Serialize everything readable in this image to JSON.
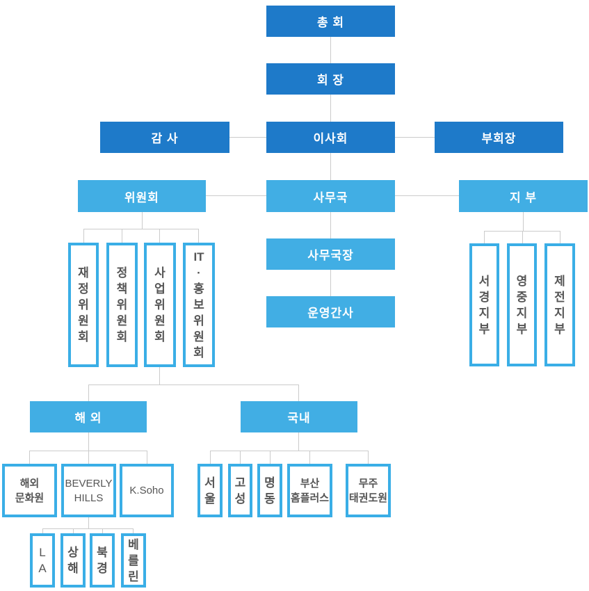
{
  "colors": {
    "dark_blue": "#1E7AC9",
    "light_blue": "#41AEE4",
    "border_blue": "#3AAEE6",
    "line_gray": "#CBCBCB",
    "gray_text": "#555555"
  },
  "org": {
    "general_assembly": "총 회",
    "president": "회 장",
    "auditor": "감 사",
    "board": "이사회",
    "vice_president": "부회장",
    "committee": "위원회",
    "secretariat": "사무국",
    "branch": "지 부",
    "secretary_general": "사무국장",
    "operations_manager": "운영간사",
    "committees": [
      {
        "name": "재정위원회",
        "lines": [
          "재",
          "정",
          "위",
          "원",
          "회"
        ]
      },
      {
        "name": "정책위원회",
        "lines": [
          "정",
          "책",
          "위",
          "원",
          "회"
        ]
      },
      {
        "name": "사업위원회",
        "lines": [
          "사",
          "업",
          "위",
          "원",
          "회"
        ]
      },
      {
        "name": "IT·홍보위원회",
        "lines": [
          "IT",
          "·",
          "홍",
          "보",
          "위",
          "원",
          "회"
        ]
      }
    ],
    "branches": [
      {
        "name": "서경지부",
        "lines": [
          "서",
          "경",
          "지",
          "부"
        ]
      },
      {
        "name": "영중지부",
        "lines": [
          "영",
          "중",
          "지",
          "부"
        ]
      },
      {
        "name": "제전지부",
        "lines": [
          "제",
          "전",
          "지",
          "부"
        ]
      }
    ],
    "overseas": {
      "label": "해 외",
      "children": [
        {
          "name": "해외문화원",
          "lines": [
            "해외",
            "문화원"
          ]
        },
        {
          "name": "BEVERLY HILLS",
          "lines": [
            "BEVERLY",
            "HILLS"
          ]
        },
        {
          "name": "K.Soho",
          "lines": [
            "K.Soho"
          ]
        }
      ]
    },
    "beverly_hills_children": [
      {
        "name": "L A",
        "lines": [
          "L",
          "A"
        ]
      },
      {
        "name": "상해",
        "lines": [
          "상",
          "해"
        ]
      },
      {
        "name": "북경",
        "lines": [
          "북",
          "경"
        ]
      },
      {
        "name": "베를린",
        "lines": [
          "베",
          "를",
          "린"
        ]
      }
    ],
    "domestic": {
      "label": "국내",
      "children": [
        {
          "name": "서울",
          "lines": [
            "서",
            "울"
          ]
        },
        {
          "name": "고성",
          "lines": [
            "고",
            "성"
          ]
        },
        {
          "name": "명동",
          "lines": [
            "명",
            "동"
          ]
        },
        {
          "name": "부산홈플러스",
          "lines": [
            "부산",
            "홈플러스"
          ]
        },
        {
          "name": "무주태권도원",
          "lines": [
            "무주",
            "태권도원"
          ]
        }
      ]
    }
  }
}
